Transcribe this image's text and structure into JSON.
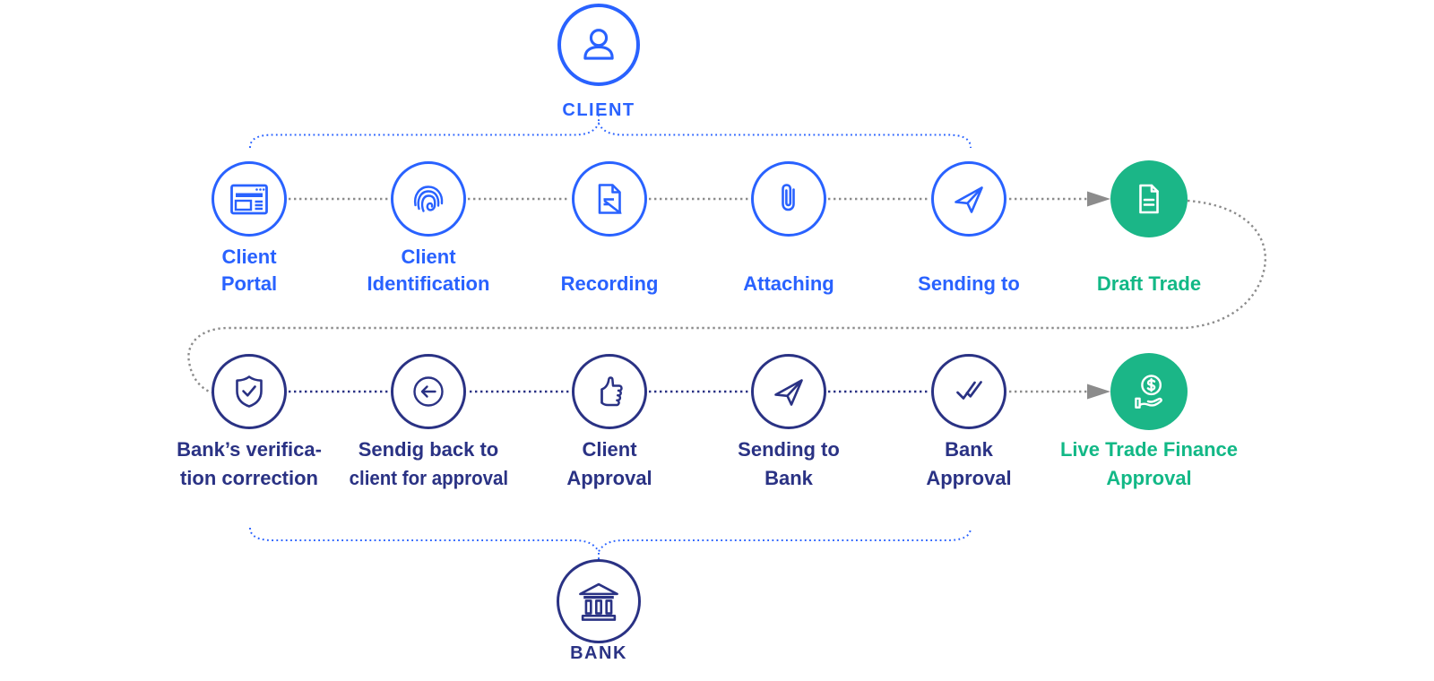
{
  "colors": {
    "client_blue": "#2962FF",
    "bank_navy": "#2A3284",
    "success_green_fill": "#1BB687",
    "success_green_text": "#12B886",
    "connector_gray": "#8C8C8C"
  },
  "client": {
    "label": "CLIENT",
    "icon": "person-icon"
  },
  "bank": {
    "label": "BANK",
    "icon": "bank-building-icon"
  },
  "top_row": {
    "actor": "CLIENT",
    "steps": [
      {
        "name": "client-portal",
        "lines": [
          "Client",
          "Portal"
        ],
        "icon": "browser-window-icon",
        "style": "blue-outline"
      },
      {
        "name": "client-identification",
        "lines": [
          "Client",
          "Identification"
        ],
        "icon": "fingerprint-icon",
        "style": "blue-outline"
      },
      {
        "name": "recording",
        "lines": [
          "Recording"
        ],
        "icon": "document-pen-icon",
        "style": "blue-outline"
      },
      {
        "name": "attaching",
        "lines": [
          "Attaching"
        ],
        "icon": "paperclip-icon",
        "style": "blue-outline"
      },
      {
        "name": "sending-to",
        "lines": [
          "Sending to"
        ],
        "icon": "paper-plane-icon",
        "style": "blue-outline"
      },
      {
        "name": "draft-trade",
        "lines": [
          "Draft Trade"
        ],
        "icon": "document-icon",
        "style": "green-filled"
      }
    ]
  },
  "bottom_row": {
    "actor": "BANK",
    "steps": [
      {
        "name": "bank-verification-correction",
        "lines": [
          "Bank’s verifica-",
          "tion correction"
        ],
        "icon": "shield-check-icon",
        "style": "navy-outline"
      },
      {
        "name": "sending-back-to-client",
        "lines": [
          "Sendig back to",
          "client for approval"
        ],
        "icon": "arrow-back-icon",
        "style": "navy-outline"
      },
      {
        "name": "client-approval",
        "lines": [
          "Client",
          "Approval"
        ],
        "icon": "thumbs-up-icon",
        "style": "navy-outline"
      },
      {
        "name": "sending-to-bank",
        "lines": [
          "Sending to",
          "Bank"
        ],
        "icon": "paper-plane-icon",
        "style": "navy-outline"
      },
      {
        "name": "bank-approval",
        "lines": [
          "Bank",
          "Approval"
        ],
        "icon": "double-check-icon",
        "style": "navy-outline"
      },
      {
        "name": "live-trade-finance-approval",
        "lines": [
          "Live Trade Finance",
          "Approval"
        ],
        "icon": "hand-dollar-icon",
        "style": "green-filled"
      }
    ]
  }
}
